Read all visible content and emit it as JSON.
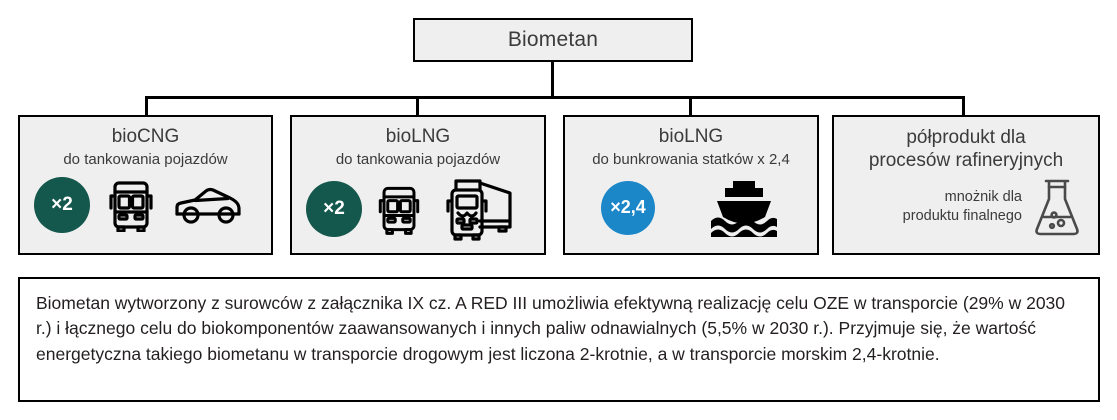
{
  "diagram": {
    "root": {
      "label": "Biometan"
    },
    "categories": [
      {
        "id": "biocng",
        "title": "bioCNG",
        "subtitle": "do tankowania pojazdów",
        "multiplier": "×2",
        "multiplier_color": "#14574c",
        "icons": [
          "bus-icon",
          "car-icon"
        ]
      },
      {
        "id": "biolng-road",
        "title": "bioLNG",
        "subtitle": "do tankowania pojazdów",
        "multiplier": "×2",
        "multiplier_color": "#14574c",
        "icons": [
          "bus-icon",
          "truck-icon"
        ]
      },
      {
        "id": "biolng-marine",
        "title": "bioLNG",
        "subtitle": "do bunkrowania statków x 2,4",
        "multiplier": "×2,4",
        "multiplier_color": "#1b87c9",
        "icons": [
          "ship-icon"
        ]
      },
      {
        "id": "refinery",
        "title": "półprodukt dla\nprocesów rafineryjnych",
        "caption": "mnożnik dla\nproduktu finalnego",
        "icons": [
          "flask-icon"
        ]
      }
    ],
    "note": {
      "text": "Biometan wytworzony z surowców z załącznika IX cz. A RED III umożliwia efektywną realizację celu OZE w transporcie (29% w 2030 r.) i łącznego celu do biokomponentów zaawansowanych i innych paliw odnawialnych (5,5% w 2030 r.). Przyjmuje się, że wartość energetyczna takiego biometanu w transporcie drogowym jest liczona 2-krotnie, a w transporcie morskim 2,4-krotnie."
    },
    "colors": {
      "box_fill": "#efefef",
      "box_border": "#000000",
      "green": "#14574c",
      "blue": "#1b87c9",
      "text": "#3b3b3b"
    }
  }
}
